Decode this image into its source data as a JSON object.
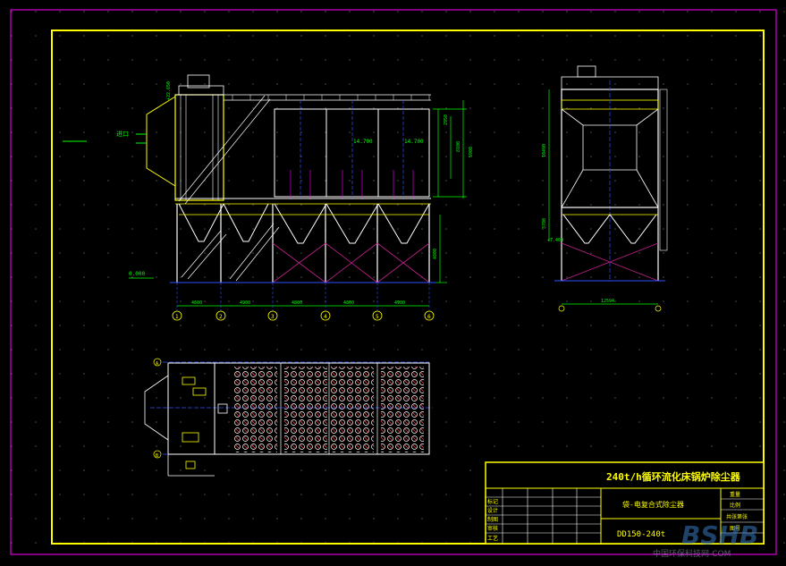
{
  "title_block": {
    "project_title": "240t/h循环流化床锅炉除尘器",
    "drawing_name": "袋-电复合式除尘器",
    "drawing_code": "DD150-240t",
    "row_labels": [
      "标记",
      "设计",
      "制图",
      "审核",
      "工艺"
    ],
    "right_labels": [
      "重量",
      "比例",
      "共张第张",
      "图号"
    ]
  },
  "elevation": {
    "level_top": "+22.650",
    "level_platform": "14.700",
    "level_platform_2": "14.700",
    "level_ground": "0.000",
    "inlet_label": "进口",
    "span_dims": [
      "4600",
      "4900",
      "4800",
      "4800",
      "4900"
    ],
    "height_dims": [
      "2950",
      "8100",
      "5900",
      "4800"
    ],
    "axis_numbers": [
      "1",
      "2",
      "3",
      "4",
      "5",
      "6"
    ]
  },
  "side_view": {
    "height_dim": "10490",
    "lower_dim": "3700",
    "level_label": "+7.400",
    "width_dim": "12594"
  },
  "plan": {
    "axis_labels": [
      "A",
      "B"
    ]
  },
  "watermark": {
    "logo": "BSHB",
    "site": "中国环保科技网-COM"
  },
  "colors": {
    "frame": "#ffff00",
    "structure": "#ffffff",
    "dims": "#00ff00",
    "accents": "#ff00ff",
    "centerline": "#3050ff"
  }
}
